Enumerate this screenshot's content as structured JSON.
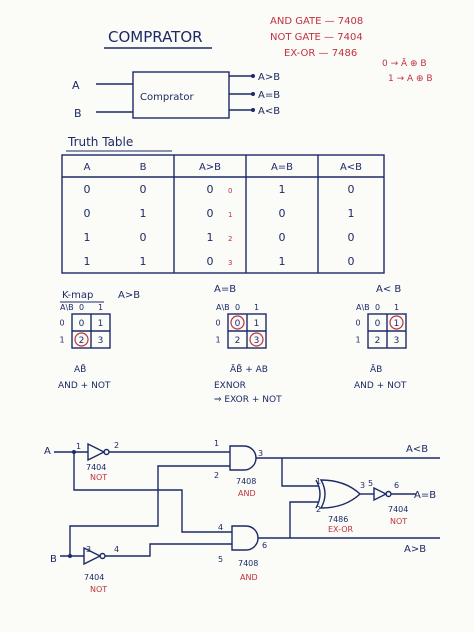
{
  "title": "COMPRATOR",
  "ic_notes": [
    "AND GATE — 7408",
    "NOT GATE — 7404",
    "EX-OR — 7486"
  ],
  "side_notes": {
    "zero_line": "0 → Ā ⊕ B",
    "one_line": "1 → A ⊕ B"
  },
  "block": {
    "label": "Comprator",
    "in_a": "A",
    "in_b": "B",
    "out1": "A>B",
    "out2": "A=B",
    "out3": "A<B"
  },
  "truth_table": {
    "label": "Truth Table",
    "headers": [
      "A",
      "B",
      "A>B",
      "A=B",
      "A<B"
    ],
    "rows": [
      [
        "0",
        "0",
        "0",
        "1",
        "0"
      ],
      [
        "0",
        "1",
        "0",
        "0",
        "1"
      ],
      [
        "1",
        "0",
        "1",
        "0",
        "0"
      ],
      [
        "1",
        "1",
        "0",
        "1",
        "0"
      ]
    ],
    "minterms": [
      "0",
      "1",
      "2",
      "3"
    ]
  },
  "kmaps": {
    "label": "K-map",
    "axis_corner": "A\\B",
    "cols": [
      "0",
      "1"
    ],
    "rows": [
      "0",
      "1"
    ],
    "maps": [
      {
        "title": "A>B",
        "cells": [
          "0",
          "1",
          "2",
          "3"
        ],
        "circled": [
          2
        ],
        "expr": "AB̄",
        "gates": "AND + NOT",
        "extra": ""
      },
      {
        "title": "A=B",
        "cells": [
          "0",
          "1",
          "2",
          "3"
        ],
        "circled": [
          0,
          3
        ],
        "expr": "ĀB̄ + AB",
        "gates": "EXNOR",
        "extra": "⇒ EXOR + NOT"
      },
      {
        "title": "A< B",
        "cells": [
          "0",
          "1",
          "2",
          "3"
        ],
        "circled": [
          1
        ],
        "expr": "ĀB",
        "gates": "AND + NOT",
        "extra": ""
      }
    ]
  },
  "circuit": {
    "input_a": "A",
    "input_b": "B",
    "not_a": {
      "ic": "7404",
      "tag": "NOT",
      "pin_in": "1",
      "pin_out": "2"
    },
    "not_b": {
      "ic": "7404",
      "tag": "NOT",
      "pin_in": "3",
      "pin_out": "4"
    },
    "and_top": {
      "ic": "7408",
      "tag": "AND",
      "pin_in1": "1",
      "pin_in2": "2",
      "pin_out": "3"
    },
    "and_bottom": {
      "ic": "7408",
      "tag": "AND",
      "pin_in1": "4",
      "pin_in2": "5",
      "pin_out": "6"
    },
    "xor": {
      "ic": "7486",
      "tag": "EX-OR",
      "pin_in1": "1",
      "pin_in2": "2",
      "pin_out": "3"
    },
    "not_out": {
      "ic": "7404",
      "tag": "NOT",
      "pin_in": "5",
      "pin_out": "6"
    },
    "out_top": "A<B",
    "out_mid": "A=B",
    "out_bottom": "A>B"
  },
  "colors": {
    "ink": "#1d2a66",
    "red": "#c0323f",
    "paper": "#fbfbf8"
  }
}
